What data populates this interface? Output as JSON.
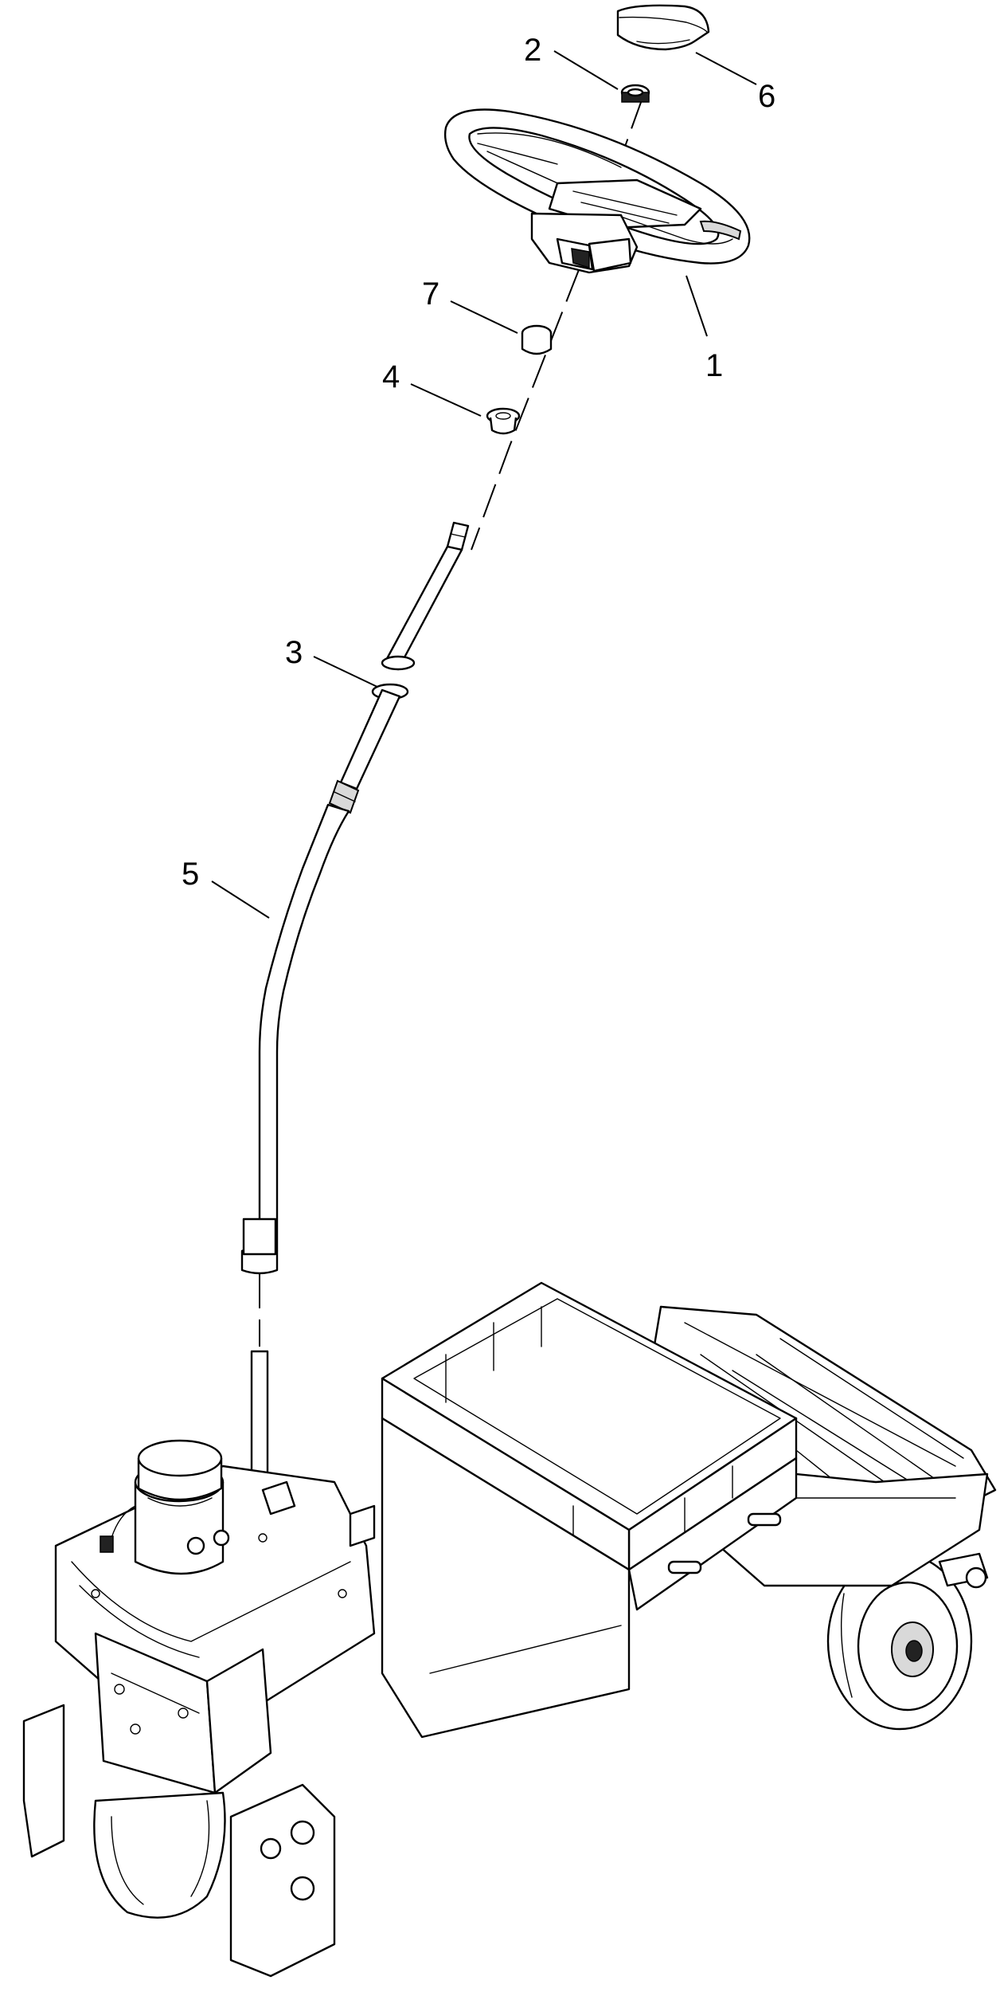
{
  "callouts": [
    {
      "id": "2",
      "text": "2"
    },
    {
      "id": "6",
      "text": "6"
    },
    {
      "id": "7",
      "text": "7"
    },
    {
      "id": "1",
      "text": "1"
    },
    {
      "id": "4",
      "text": "4"
    },
    {
      "id": "3",
      "text": "3"
    },
    {
      "id": "5",
      "text": "5"
    }
  ]
}
